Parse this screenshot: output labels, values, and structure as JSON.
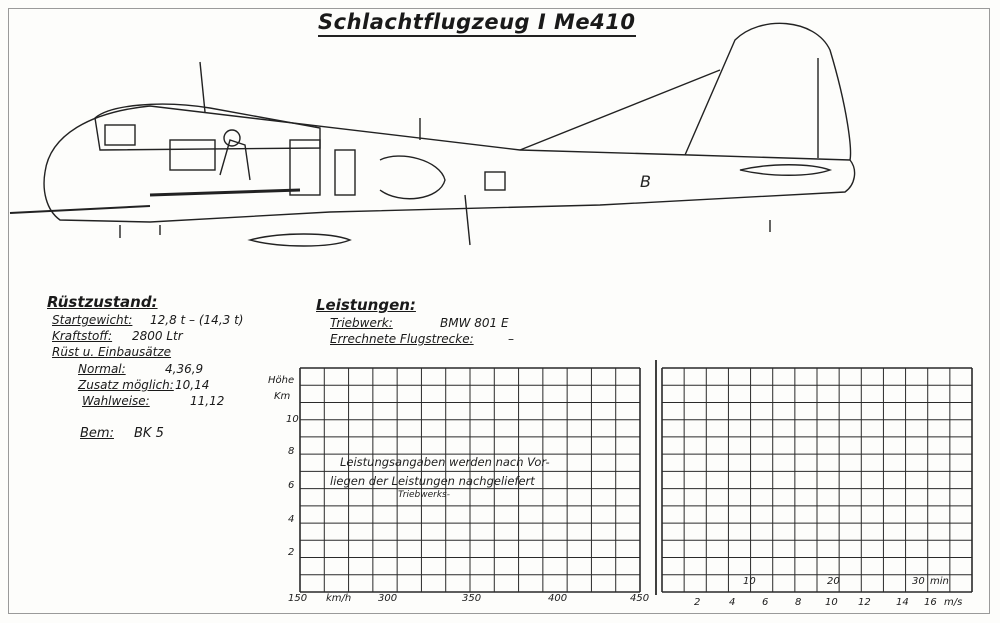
{
  "title": "Schlachtflugzeug I Me410",
  "ruestzustand": {
    "heading": "Rüstzustand:",
    "startgewicht_label": "Startgewicht:",
    "startgewicht_value": "12,8 t – (14,3 t)",
    "kraftstoff_label": "Kraftstoff:",
    "kraftstoff_value": "2800 Ltr",
    "ruest_label": "Rüst u. Einbausätze",
    "normal_label": "Normal:",
    "normal_value": "4,36,9",
    "zusatz_label": "Zusatz möglich:",
    "zusatz_value": "10,14",
    "wahlweise_label": "Wahlweise:",
    "wahlweise_value": "11,12",
    "bem_label": "Bem:",
    "bem_value": "BK 5"
  },
  "leistungen": {
    "heading": "Leistungen:",
    "triebwerk_label": "Triebwerk:",
    "triebwerk_value": "BMW 801 E",
    "flugstrecke_label": "Errechnete Flugstrecke:",
    "flugstrecke_value": "–"
  },
  "chart_left": {
    "y_label_top": "Höhe",
    "y_unit": "Km",
    "y_ticks": [
      "10",
      "8",
      "6",
      "4",
      "2"
    ],
    "x_ticks": [
      "150",
      "km/h",
      "300",
      "350",
      "400",
      "450"
    ],
    "note_line1": "Leistungsangaben werden nach Vor-",
    "note_line2": "liegen der Leistungen nachgeliefert",
    "note_line3": "Triebwerks-"
  },
  "chart_right": {
    "inner_ticks": [
      "10",
      "20",
      "30"
    ],
    "inner_unit": "min",
    "x_ticks": [
      "2",
      "4",
      "6",
      "8",
      "10",
      "12",
      "14",
      "16"
    ],
    "x_unit": "m/s"
  },
  "drawing": {
    "tail_marking": "B"
  }
}
